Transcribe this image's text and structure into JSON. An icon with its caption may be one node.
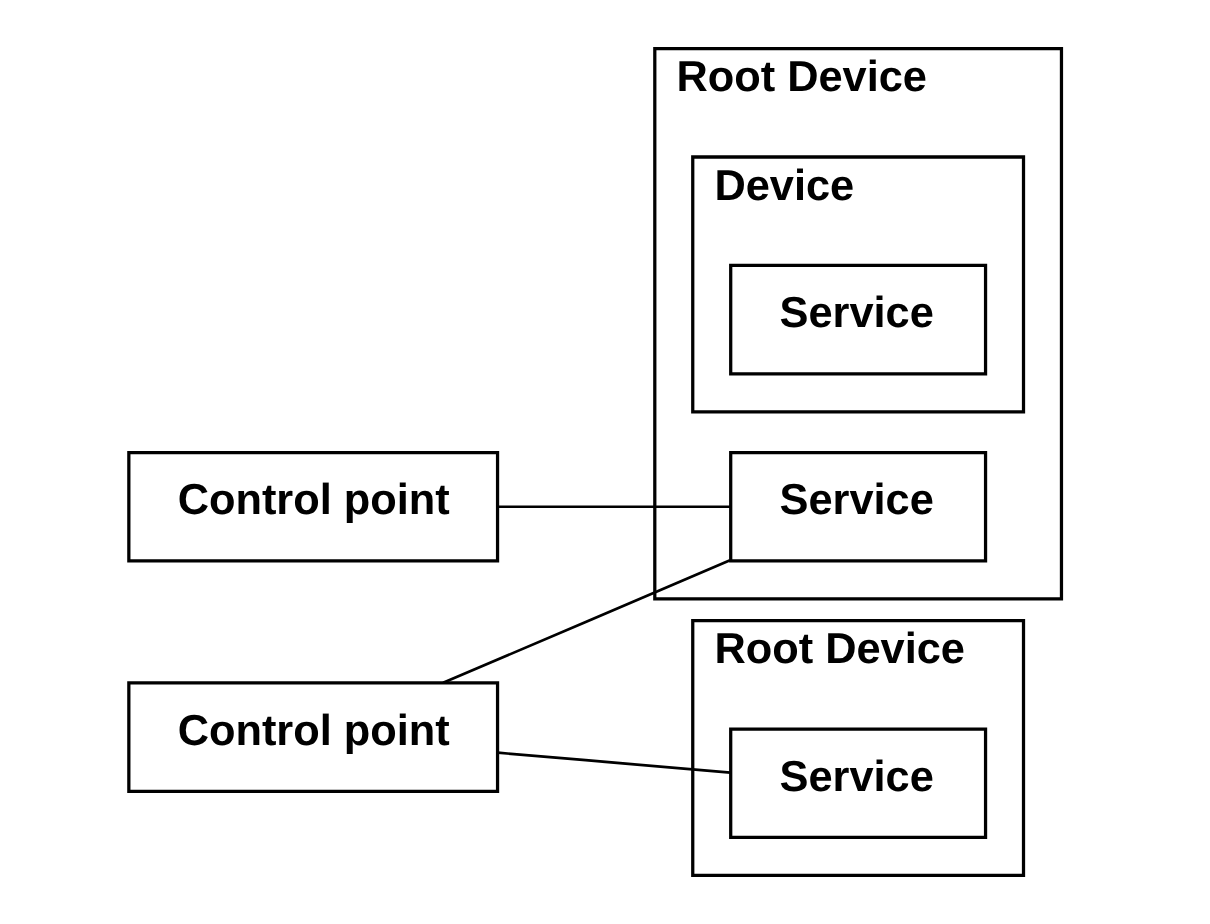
{
  "diagram": {
    "nodes": [
      {
        "text": [
          "Control point"
        ]
      },
      {
        "text": [
          "Control point"
        ]
      },
      {
        "text": [
          "Root Device"
        ]
      },
      {
        "text": [
          "Service"
        ],
        "in": 2
      },
      {
        "text": [
          "Device"
        ],
        "in": 2
      },
      {
        "text": [
          "Service"
        ],
        "in": 4
      },
      {
        "text": [
          "Root Device"
        ]
      },
      {
        "text": [
          "Service"
        ],
        "in": 6
      }
    ],
    "edges": [
      {
        "from": 0,
        "to": 3,
        "arrow": "none"
      },
      {
        "from": 1,
        "to": 3,
        "arrow": "none"
      },
      {
        "from": 1,
        "to": 7,
        "arrow": "none"
      }
    ]
  }
}
